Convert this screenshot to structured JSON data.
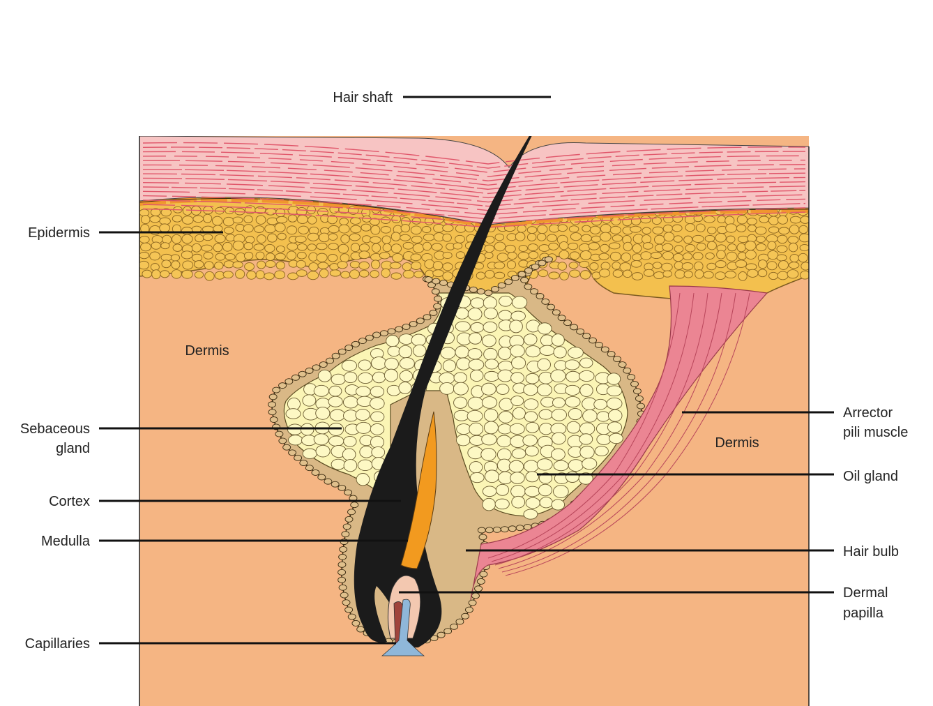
{
  "labels": {
    "hair_shaft": "Hair shaft",
    "epidermis": "Epidermis",
    "dermis_left": "Dermis",
    "sebaceous_line1": "Sebaceous",
    "sebaceous_line2": "gland",
    "cortex": "Cortex",
    "medulla": "Medulla",
    "capillaries": "Capillaries",
    "arrector_line1": "Arrector",
    "arrector_line2": "pili muscle",
    "dermis_right": "Dermis",
    "oil_gland": "Oil gland",
    "hair_bulb": "Hair bulb",
    "dermal_line1": "Dermal",
    "dermal_line2": "papilla"
  },
  "colors": {
    "dermis": "#f5b583",
    "surface_pink": "#f7c4c3",
    "surface_stripe": "#e0566a",
    "epidermis_yellow": "#f3c04e",
    "epidermis_cell_edge": "#8a6420",
    "basal_orange": "#f0962e",
    "follicle_border": "#d9b886",
    "gland_cells": "#fbf5b5",
    "hair": "#1b1b1b",
    "medulla": "#f29a1f",
    "muscle": "#eb8593",
    "capillary_red": "#a0443c",
    "capillary_blue": "#8fb7d9",
    "leader": "#111111"
  }
}
